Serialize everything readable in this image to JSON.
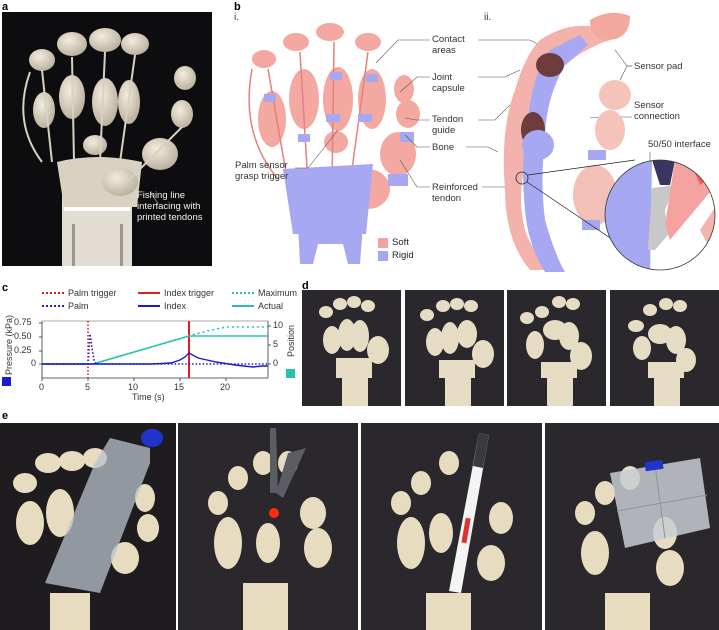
{
  "panels": {
    "a": {
      "letter": "a",
      "annotation": [
        "Fishing line",
        "interfacing with",
        "printed tendons"
      ]
    },
    "b": {
      "letter": "b",
      "sub_i": "i.",
      "sub_ii": "ii.",
      "labels": {
        "contact_areas": [
          "Contact",
          "areas"
        ],
        "joint_capsule": [
          "Joint",
          "capsule"
        ],
        "tendon_guide": [
          "Tendon",
          "guide"
        ],
        "bone": [
          "Bone"
        ],
        "reinforced_tendon": [
          "Reinforced",
          "tendon"
        ],
        "palm_sensor": [
          "Palm sensor",
          "grasp trigger"
        ],
        "sensor_pad": [
          "Sensor pad"
        ],
        "sensor_connection": [
          "Sensor",
          "connection"
        ],
        "interface": [
          "50/50 interface"
        ]
      },
      "legend": [
        {
          "label": "Soft",
          "color": "#f4a3a0"
        },
        {
          "label": "Rigid",
          "color": "#a3a6f2"
        }
      ]
    },
    "c": {
      "letter": "c"
    },
    "d": {
      "letter": "d",
      "frames": 4
    },
    "e": {
      "letter": "e",
      "objects": [
        "plastic bottle",
        "clothes peg",
        "marker pen",
        "plastic box"
      ]
    }
  },
  "chart_data": {
    "type": "line",
    "title": "",
    "xlabel": "Time (s)",
    "ylabel": "Pressure (kPa)",
    "ylabel_right": "Position",
    "xlim": [
      0,
      24
    ],
    "ylim": [
      -0.25,
      0.8
    ],
    "ylim_right": [
      -3.3,
      11
    ],
    "x_ticks": [
      0,
      5,
      10,
      15,
      20
    ],
    "y_ticks": [
      "0",
      "0.25",
      "0.50",
      "0.75"
    ],
    "y_ticks_right": [
      "0",
      "5",
      "10"
    ],
    "grid": false,
    "legend_position": "top",
    "legend": [
      {
        "label": "Palm trigger",
        "style": "dotted",
        "color": "#e02020"
      },
      {
        "label": "Index trigger",
        "style": "solid",
        "color": "#e02020"
      },
      {
        "label": "Maximum",
        "style": "dotted",
        "color": "#2bbfb0"
      },
      {
        "label": "Palm",
        "style": "dotted",
        "color": "#1a1ad0"
      },
      {
        "label": "Index",
        "style": "solid",
        "color": "#1a1ad0"
      },
      {
        "label": "Actual",
        "style": "solid",
        "color": "#2bbfb0"
      }
    ],
    "series": [
      {
        "name": "Palm trigger",
        "axis": "left",
        "type": "vline",
        "x": 5.0
      },
      {
        "name": "Index trigger",
        "axis": "left",
        "type": "vline",
        "x": 16.0
      },
      {
        "name": "Palm",
        "axis": "left",
        "x": [
          0,
          1,
          3,
          4,
          5,
          5.2,
          5.4,
          5.6,
          6,
          24
        ],
        "values": [
          0,
          0.01,
          0.01,
          0.01,
          0.02,
          0.55,
          0.3,
          0.1,
          0,
          0
        ]
      },
      {
        "name": "Index",
        "axis": "left",
        "x": [
          0,
          5,
          6,
          10,
          13,
          14,
          15,
          16,
          17,
          18,
          19,
          20,
          21,
          22,
          23,
          24
        ],
        "values": [
          0,
          0,
          0,
          0,
          0.01,
          0.02,
          0.08,
          0.2,
          0.1,
          0.06,
          0.04,
          0.01,
          -0.02,
          -0.05,
          -0.08,
          -0.05
        ]
      },
      {
        "name": "Maximum",
        "axis": "right",
        "x": [
          0,
          5.5,
          16,
          18,
          20,
          24
        ],
        "values": [
          0,
          0,
          7.5,
          9,
          10,
          10
        ]
      },
      {
        "name": "Actual",
        "axis": "right",
        "x": [
          0,
          5.5,
          16,
          24
        ],
        "values": [
          0,
          0,
          7.5,
          7.5
        ]
      }
    ]
  }
}
